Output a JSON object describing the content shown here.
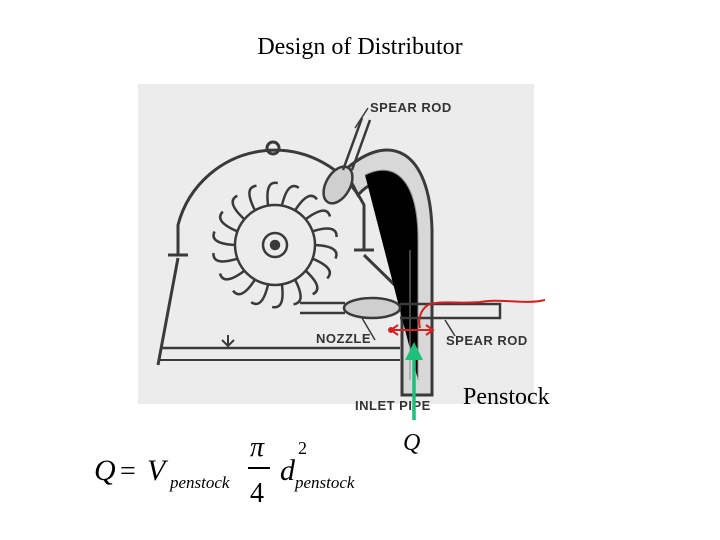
{
  "title": "Design of Distributor",
  "diagram": {
    "labels": {
      "spear_rod_top": "SPEAR ROD",
      "nozzle": "NOZZLE",
      "spear_rod_bottom": "SPEAR ROD",
      "inlet_pipe": "INLET PIPE"
    },
    "annotations": {
      "penstock": "Penstock",
      "flow": "Q"
    },
    "colors": {
      "scan_bg": "#ececec",
      "line": "#3a3a3a",
      "red_marker": "#d42020",
      "green_arrow": "#1fbf7a"
    }
  },
  "formula": {
    "lhs": "Q",
    "eq": "=",
    "v": "V",
    "v_sub": "penstock",
    "pi": "π",
    "four": "4",
    "d": "d",
    "d_sup": "2",
    "d_sub": "penstock"
  }
}
